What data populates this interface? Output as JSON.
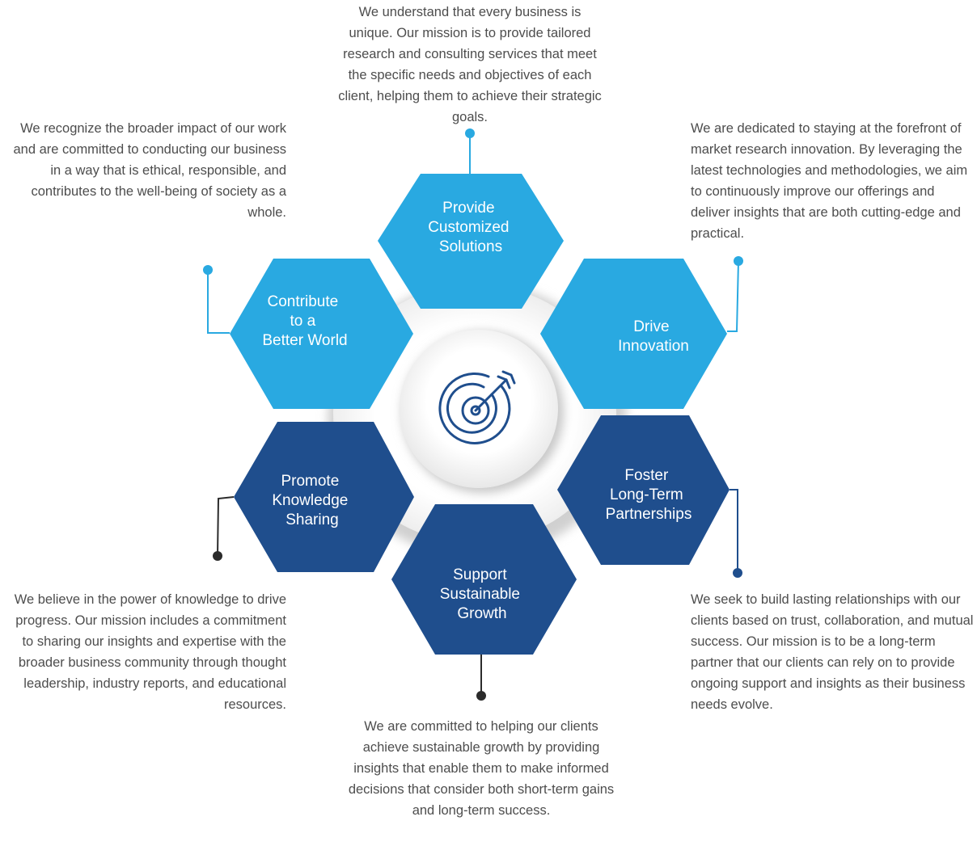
{
  "colors": {
    "light_blue": "#29a9e1",
    "dark_blue": "#1f4e8d",
    "connector_dark": "#2b2b2b",
    "center_ring": "#f3f3f3",
    "text": "#4d4d4d"
  },
  "center": {
    "icon": "target-dartboard-icon"
  },
  "segments": [
    {
      "id": "customized",
      "label_lines": [
        "Provide",
        "Customized",
        "Solutions"
      ],
      "description": "We understand that every business is unique. Our mission is to provide tailored research and consulting services that meet the specific needs and objectives of each client, helping them to achieve their strategic goals."
    },
    {
      "id": "innovation",
      "label_lines": [
        "Drive",
        "Innovation"
      ],
      "description": "We are dedicated to staying at the forefront of market research innovation. By leveraging the latest technologies and methodologies, we aim to continuously improve our offerings and deliver insights that are both cutting-edge and practical."
    },
    {
      "id": "partnerships",
      "label_lines": [
        "Foster",
        "Long-Term",
        "Partnerships"
      ],
      "description": "We seek to build lasting relationships with our clients based on trust, collaboration, and mutual success. Our mission is to be a long-term partner that our clients can rely on to provide ongoing support and insights as their business needs evolve."
    },
    {
      "id": "growth",
      "label_lines": [
        "Support",
        "Sustainable",
        "Growth"
      ],
      "description": "We are committed to helping our clients achieve sustainable growth by providing insights that enable them to make informed decisions that consider both short-term gains and long-term success."
    },
    {
      "id": "knowledge",
      "label_lines": [
        "Promote",
        "Knowledge",
        "Sharing"
      ],
      "description": "We believe in the power of knowledge to drive progress. Our mission includes a commitment to sharing our insights and expertise with the broader business community through thought leadership, industry reports, and educational resources."
    },
    {
      "id": "world",
      "label_lines": [
        "Contribute",
        "to a",
        "Better World"
      ],
      "description": "We recognize the broader impact of our work and are committed to conducting our business in a way that is ethical, responsible, and contributes to the well-being of society as a whole."
    }
  ]
}
